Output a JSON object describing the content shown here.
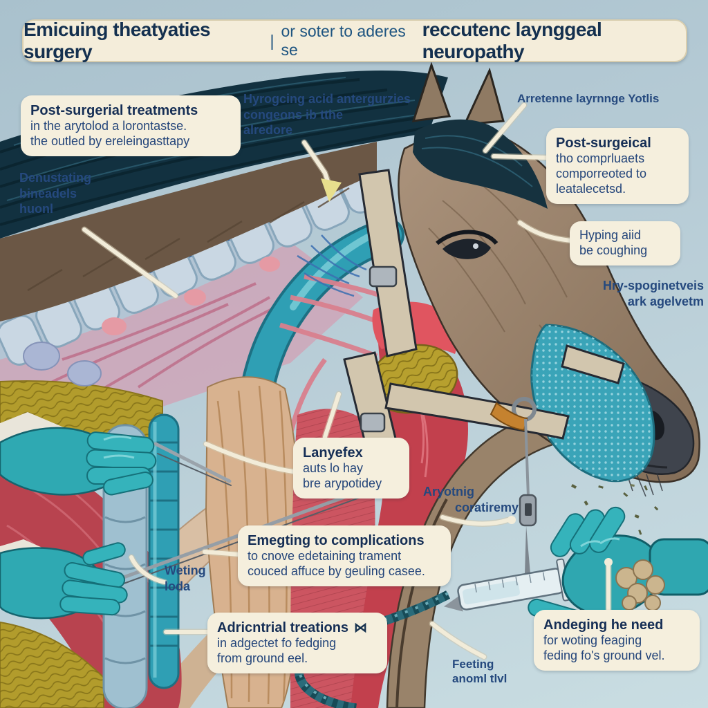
{
  "title": {
    "part1": "Emicuing theatyaties surgery",
    "separator": "|",
    "part2": "or soter to aderes se",
    "part3": "reccutenc laynggeal neuropathy"
  },
  "labels": {
    "post_surgerial": {
      "title": "Post-surgerial treatments",
      "lines": [
        "in the arytolod a lorontastse.",
        "the outled by ereleingasttapy"
      ]
    },
    "denustating": {
      "lines": [
        "Denustating",
        "bineadels",
        "huonl"
      ]
    },
    "hyrogcing": {
      "lines": [
        "Hyrogcing acid antergurzies",
        "congeons ib tthe",
        "alredore"
      ]
    },
    "arretenne": {
      "text": "Arretenne layrnnge Yotlis"
    },
    "post_surgeical": {
      "title": "Post-surgeical",
      "lines": [
        "tho comprluaets",
        "comporreoted to",
        "leatalecetsd."
      ]
    },
    "hipping": {
      "lines": [
        "Hyping aiid",
        "be coughing"
      ]
    },
    "hry": {
      "lines": [
        "Hry-spoginetveis",
        "ark agelvetm"
      ]
    },
    "lanyefex": {
      "title": "Lanyefex",
      "lines": [
        "auts lo hay",
        "bre arypotidey"
      ]
    },
    "aryotnig": {
      "lines": [
        "Aryotnig",
        "coratiremy"
      ]
    },
    "emegting": {
      "title": "Emegting to complications",
      "lines": [
        "to cnove edetaining trament",
        "couced affuce by geuling casee."
      ]
    },
    "weting": {
      "lines": [
        "Weting",
        "loda"
      ]
    },
    "adricntrial": {
      "title": "Adricntrial treations",
      "glyph": "⋈",
      "lines": [
        "in adgectet fo fedging",
        "from ground eel."
      ]
    },
    "andeging": {
      "title": "Andeging he need",
      "lines": [
        "for woting feaging",
        "feding fo's ground vel."
      ]
    },
    "feeting": {
      "lines": [
        "Feeting",
        "anoml tlvl"
      ]
    }
  },
  "illustration": {
    "subject": "horse head and neck dissection showing larynx, trachea, vertebrae, muscles, halter, muzzle wrap, gloved hands with surgical instruments, syringe and feeding rope",
    "colors": {
      "background_top": "#a9c1cd",
      "background_bottom": "#c9dde2",
      "label_cream": "#f5efdd",
      "text_navy": "#1f3c68",
      "mane_dark": "#123140",
      "coat_tan": "#a8917b",
      "trachea_teal": "#2f9fb4",
      "muscle_red": "#c2404d",
      "muscle_pink": "#d4626e",
      "hay_yellow": "#b29c2c",
      "glove_teal": "#35b3bb",
      "vertebrae_blue": "#c9d7e3"
    }
  }
}
